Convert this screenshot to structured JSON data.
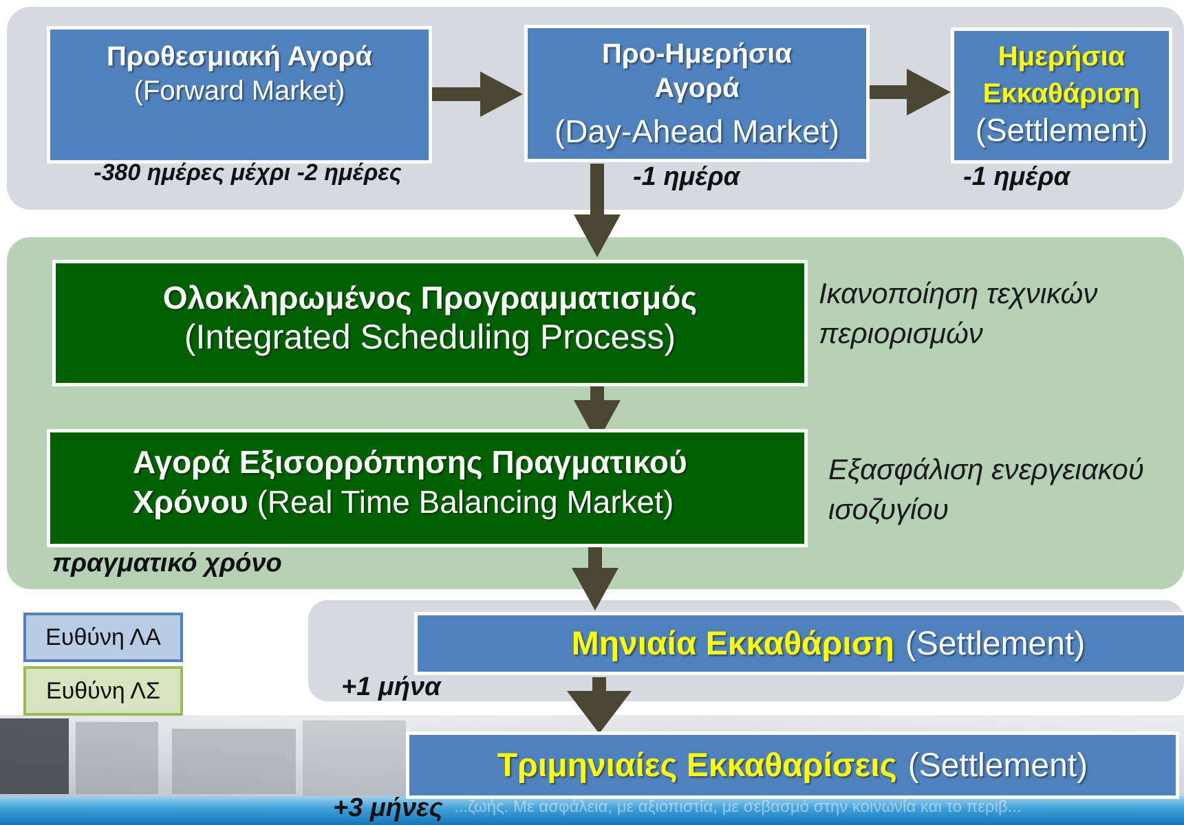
{
  "colors": {
    "blue_box": "#4f81bd",
    "green_box": "#006100",
    "arrow": "#4a4632",
    "highlight_text": "#ffff00"
  },
  "forward": {
    "title": "Προθεσμιακή Αγορά",
    "subtitle": "(Forward Market)",
    "timing": "-380 ημέρες μέχρι -2 ημέρες"
  },
  "day_ahead": {
    "title": "Προ-Ημερήσια Αγορά",
    "subtitle": "(Day-Ahead Market)",
    "timing": "-1 ημέρα"
  },
  "daily_settlement": {
    "title": "Ημερήσια Εκκαθάριση",
    "subtitle": "(Settlement)",
    "timing": "-1 ημέρα"
  },
  "integrated": {
    "title": "Ολοκληρωμένος Προγραμματισμός",
    "subtitle": "(Integrated Scheduling Process)",
    "note": "Ικανοποίηση τεχνικών περιορισμών"
  },
  "balancing": {
    "title": "Αγορά  Εξισορρόπησης Πραγματικού Χρόνου",
    "subtitle": "(Real Time Balancing Market)",
    "note": "Εξασφάλιση ενεργειακού ισοζυγίου",
    "timing": "πραγματικό χρόνο"
  },
  "monthly": {
    "title": "Μηνιαία Εκκαθάριση",
    "subtitle": "(Settlement)",
    "timing": "+1 μήνα"
  },
  "quarterly": {
    "title": "Τριμηνιαίες Εκκαθαρίσεις",
    "subtitle": "(Settlement)",
    "timing": "+3 μήνες"
  },
  "legend": {
    "la": "Ευθύνη ΛΑ",
    "ls": "Ευθύνη ΛΣ"
  },
  "footer": {
    "text": "...ζωής.  Με ασφάλεια, με αξιοπιστία, με σεβασμό στην κοινωνία και το περιβ..."
  }
}
